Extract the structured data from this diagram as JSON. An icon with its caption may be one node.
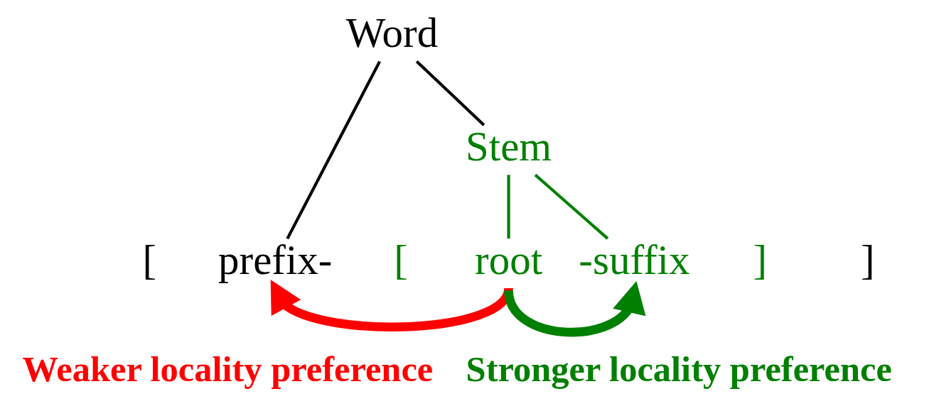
{
  "diagram": {
    "nodes": [
      {
        "text": [
          "Word"
        ]
      },
      {
        "text": [
          "Stem"
        ]
      },
      {
        "text": [
          "prefix-"
        ]
      },
      {
        "text": [
          "root"
        ]
      },
      {
        "text": [
          "-suffix"
        ]
      }
    ],
    "edges": [
      {
        "from": 0,
        "to": 2,
        "arrow": "none",
        "color": "#000000"
      },
      {
        "from": 0,
        "to": 1,
        "arrow": "none",
        "color": "#000000"
      },
      {
        "from": 1,
        "to": 3,
        "arrow": "none",
        "color": "#008000"
      },
      {
        "from": 1,
        "to": 4,
        "arrow": "none",
        "color": "#008000"
      },
      {
        "from": 3,
        "to": 2,
        "arrow": "to",
        "style": "thick",
        "color": "#ff0000"
      },
      {
        "from": 3,
        "to": 4,
        "arrow": "to",
        "style": "thick",
        "color": "#008000"
      }
    ],
    "labels": [
      "[",
      "[",
      "]",
      "]",
      "Weaker locality preference",
      "Stronger locality preference"
    ]
  }
}
